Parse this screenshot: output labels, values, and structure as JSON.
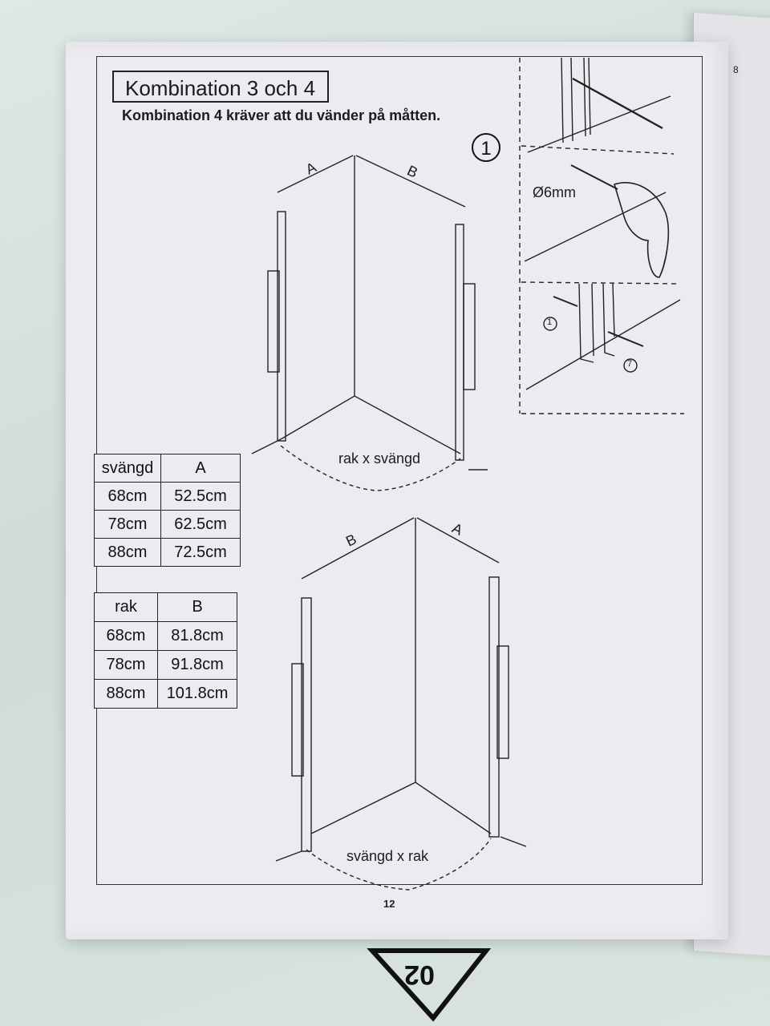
{
  "title": "Kombination 3 och 4",
  "subtitle": "Kombination 4 kräver att du vänder på måtten.",
  "step_number": "1",
  "drill_label": "Ø6mm",
  "callout_1": "1",
  "callout_7": "7",
  "callout_8": "8",
  "diagram_top": {
    "label_left": "A",
    "label_right": "B",
    "caption": "rak x svängd"
  },
  "diagram_bottom": {
    "label_left": "B",
    "label_right": "A",
    "caption": "svängd x rak"
  },
  "table_a": {
    "headers": [
      "svängd",
      "A"
    ],
    "rows": [
      [
        "68cm",
        "52.5cm"
      ],
      [
        "78cm",
        "62.5cm"
      ],
      [
        "88cm",
        "72.5cm"
      ]
    ]
  },
  "table_b": {
    "headers": [
      "rak",
      "B"
    ],
    "rows": [
      [
        "68cm",
        "81.8cm"
      ],
      [
        "78cm",
        "91.8cm"
      ],
      [
        "88cm",
        "101.8cm"
      ]
    ]
  },
  "page_number": "12",
  "bag_print": "02"
}
